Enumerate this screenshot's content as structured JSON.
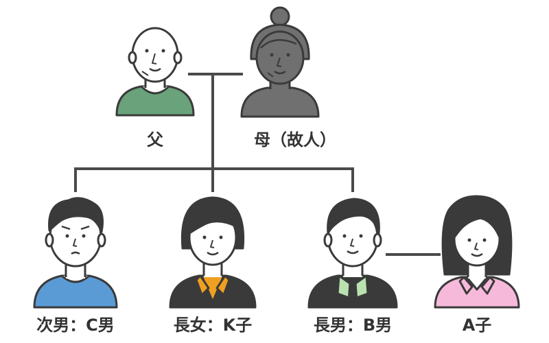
{
  "people": {
    "father": {
      "label": "父"
    },
    "mother": {
      "label": "母（故人）"
    },
    "second_son": {
      "label": "次男：C男"
    },
    "eldest_daughter": {
      "label": "長女：K子"
    },
    "eldest_son": {
      "label": "長男：B男"
    },
    "spouse": {
      "label": "A子"
    }
  },
  "colors": {
    "line": "#4a4a4a",
    "outline": "#3a3a3a",
    "skin": "#ffffff",
    "hair": "#3a3a3a",
    "father_shirt": "#6aa37b",
    "deceased_fill": "#707070",
    "second_son_shirt": "#5b9bd5",
    "daughter_blouse": "#f0a020",
    "son_shirt": "#b9e2b0",
    "spouse_blouse": "#f6b9d9"
  }
}
